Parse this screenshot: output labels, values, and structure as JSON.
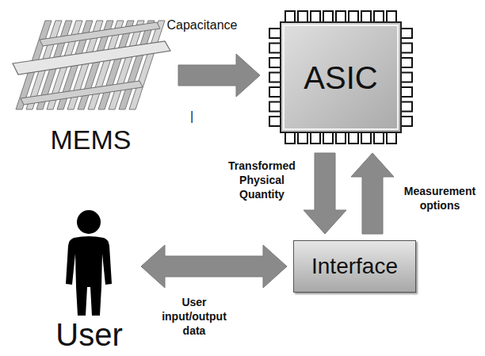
{
  "diagram": {
    "nodes": [
      {
        "text": [
          "MEMS"
        ]
      },
      {
        "text": [
          "ASIC"
        ]
      },
      {
        "text": [
          "User"
        ]
      },
      {
        "text": [
          "Interface"
        ]
      }
    ],
    "edges": [
      {
        "from": 0,
        "to": 1,
        "arrow": "to",
        "label": "Capacitance"
      },
      {
        "from": 1,
        "to": 3,
        "arrow": "to",
        "label": "Transformed Physical Quantity"
      },
      {
        "from": 3,
        "to": 1,
        "arrow": "to",
        "label": "Measurement options"
      },
      {
        "from": 2,
        "to": 3,
        "arrow": "both",
        "label": "User input/output data"
      }
    ],
    "labels": [
      "|"
    ]
  }
}
